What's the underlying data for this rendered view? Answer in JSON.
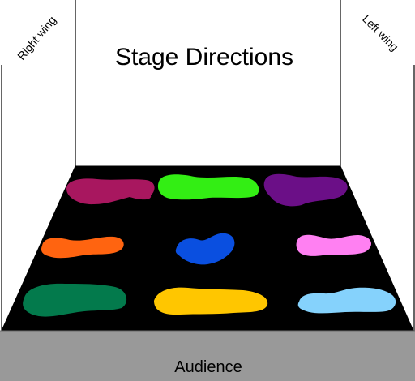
{
  "title": "Stage Directions",
  "wings": {
    "left_side_label": "Right wing",
    "right_side_label": "Left wing"
  },
  "audience_label": "Audience",
  "colors": {
    "stage_floor": "#000000",
    "audience_band": "#999999",
    "lines": "#000000",
    "background": "#ffffff"
  },
  "areas": [
    {
      "name": "upstage-right",
      "color": "#a8175f"
    },
    {
      "name": "upstage-center",
      "color": "#33ee14"
    },
    {
      "name": "upstage-left",
      "color": "#6b0f87"
    },
    {
      "name": "center-right",
      "color": "#ff6410"
    },
    {
      "name": "center-stage",
      "color": "#0a4fe0"
    },
    {
      "name": "center-left",
      "color": "#ff80f2"
    },
    {
      "name": "downstage-right",
      "color": "#037a4c"
    },
    {
      "name": "downstage-center",
      "color": "#ffc600"
    },
    {
      "name": "downstage-left",
      "color": "#85d2fc"
    }
  ]
}
